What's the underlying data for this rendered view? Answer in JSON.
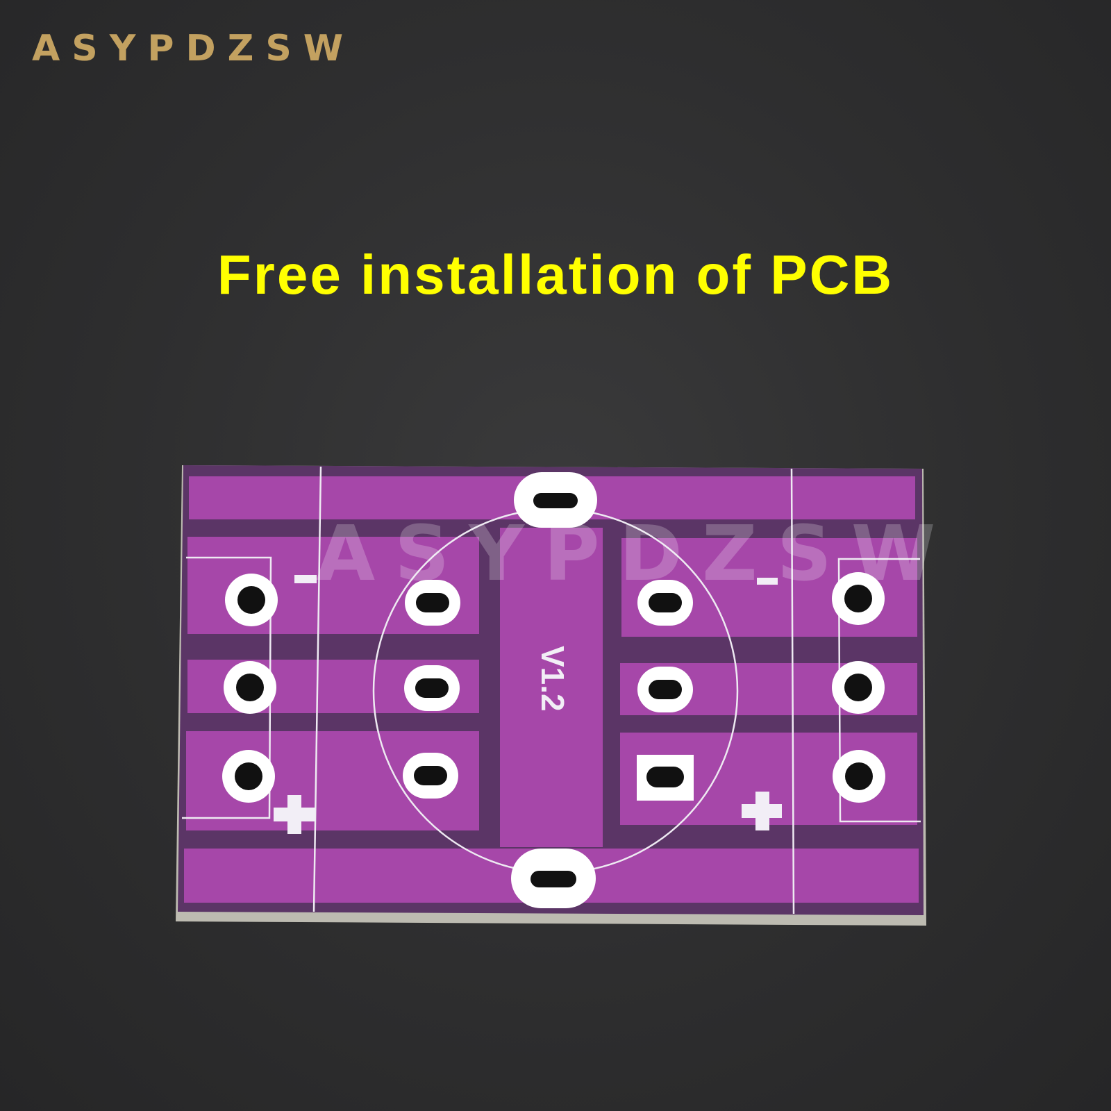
{
  "brand": {
    "logo_text": "ASYPDZSW",
    "color": "#c3a160"
  },
  "headline": {
    "text": "Free installation of PCB",
    "color": "#ffff00"
  },
  "pcb": {
    "version_label": "V1.2",
    "watermark": "ASYPDZSW",
    "left_minus": "-",
    "left_plus": "+",
    "right_minus": "-",
    "right_plus": "+",
    "board_color": "#8f3a95",
    "pad_color": "#a84aab",
    "silkscreen_color": "#f2eef6",
    "background_color": "#2e2e2f"
  }
}
